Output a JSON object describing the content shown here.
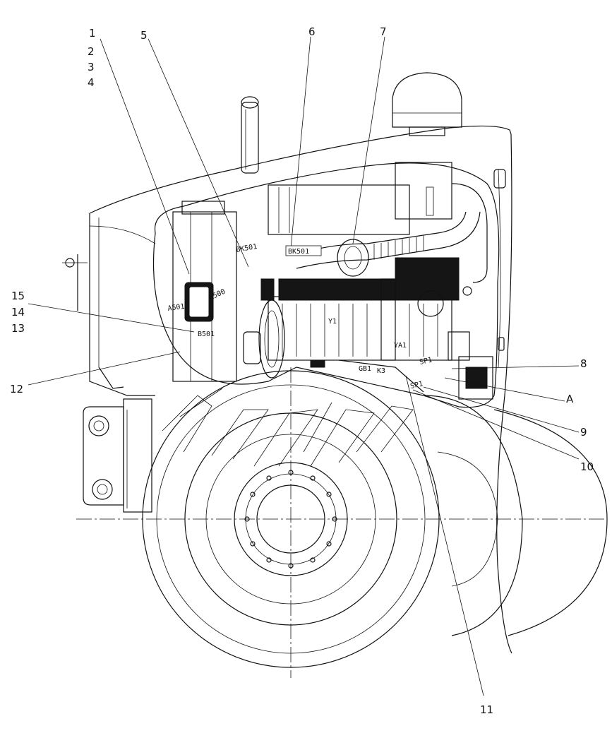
{
  "diagram": {
    "callouts": [
      "1",
      "2",
      "3",
      "4",
      "5",
      "6",
      "7",
      "8",
      "A",
      "9",
      "10",
      "11",
      "12",
      "15",
      "14",
      "13"
    ],
    "tags": [
      "BK501",
      "BK501",
      "X500",
      "A501",
      "B501",
      "Y1",
      "GB1",
      "K3",
      "SP1",
      "SP1",
      "YA1"
    ]
  }
}
